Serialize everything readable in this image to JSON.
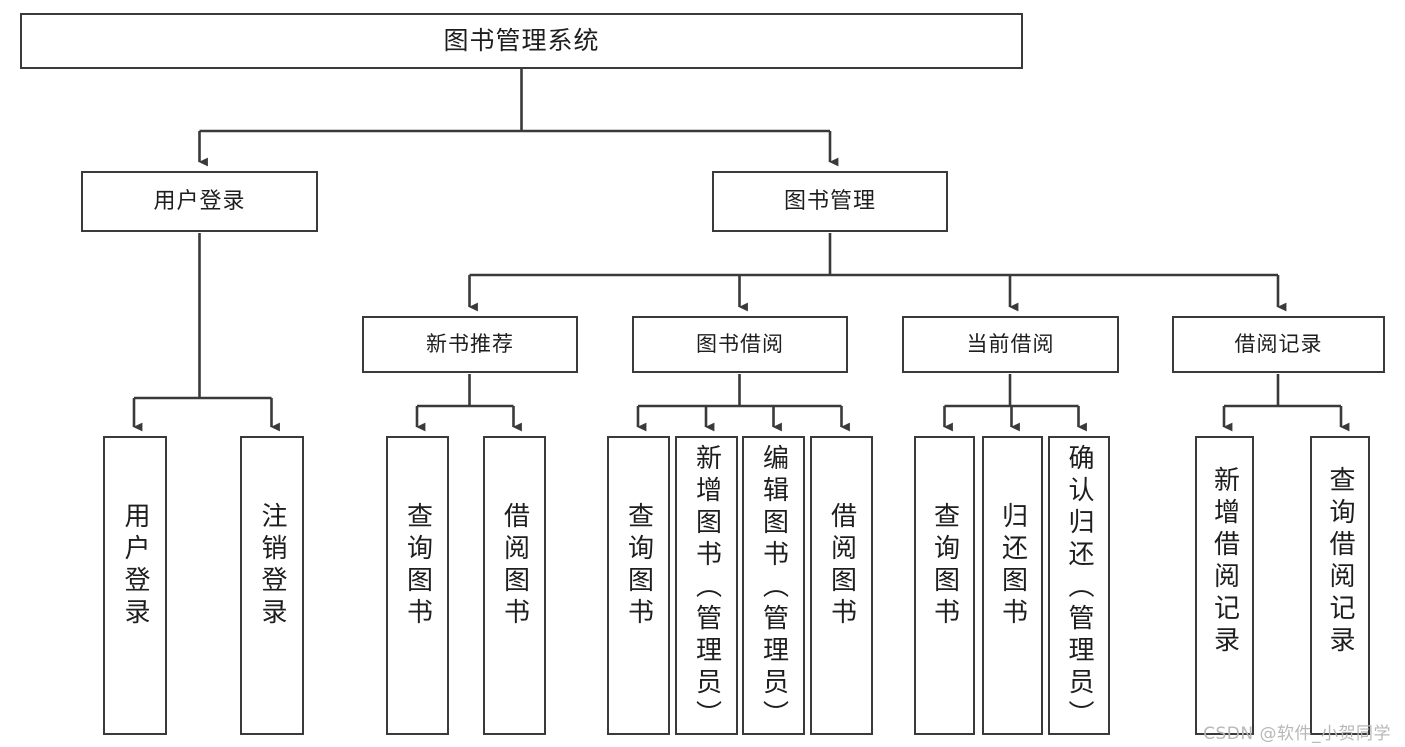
{
  "diagram": {
    "type": "tree-hierarchy",
    "title": "图书管理系统",
    "orientation": "top-down",
    "colors": {
      "box_border": "#3a3a3a",
      "box_fill": "#ffffff",
      "connector": "#3a3a3a",
      "text": "#1e1e1e",
      "watermark": "#b8b8b8"
    }
  },
  "root": {
    "label": "图书管理系统"
  },
  "level2": [
    {
      "id": "user-login",
      "label": "用户登录"
    },
    {
      "id": "book-management",
      "label": "图书管理"
    }
  ],
  "level3": [
    {
      "id": "new-book-recommend",
      "label": "新书推荐"
    },
    {
      "id": "book-borrow",
      "label": "图书借阅"
    },
    {
      "id": "current-borrow",
      "label": "当前借阅"
    },
    {
      "id": "borrow-record",
      "label": "借阅记录"
    }
  ],
  "leaves": {
    "user_login": [
      {
        "id": "leaf-user-login",
        "label": "用户登录"
      },
      {
        "id": "leaf-logout-login",
        "label": "注销登录"
      }
    ],
    "new_book_recommend": [
      {
        "id": "leaf-query-book-1",
        "label": "查询图书"
      },
      {
        "id": "leaf-borrow-book-1",
        "label": "借阅图书"
      }
    ],
    "book_borrow": [
      {
        "id": "leaf-query-book-2",
        "label": "查询图书"
      },
      {
        "id": "leaf-add-book",
        "label": "新增图书（管理员）"
      },
      {
        "id": "leaf-edit-book",
        "label": "编辑图书（管理员）"
      },
      {
        "id": "leaf-borrow-book-2",
        "label": "借阅图书"
      }
    ],
    "current_borrow": [
      {
        "id": "leaf-query-book-3",
        "label": "查询图书"
      },
      {
        "id": "leaf-return-book",
        "label": "归还图书"
      },
      {
        "id": "leaf-confirm-return",
        "label": "确认归还（管理员）"
      }
    ],
    "borrow_record": [
      {
        "id": "leaf-add-borrow-record",
        "label": "新增借阅记录"
      },
      {
        "id": "leaf-query-borrow-record",
        "label": "查询借阅记录"
      }
    ]
  },
  "watermark": {
    "text": "CSDN @软件_小贺同学"
  }
}
